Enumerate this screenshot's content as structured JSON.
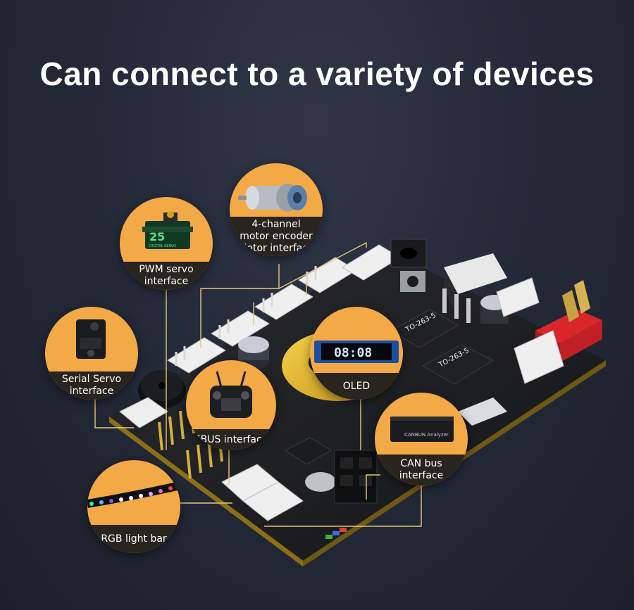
{
  "headline": "Can connect to a variety of devices",
  "colors": {
    "accent_orange": "#f3a946",
    "label_band": "#2a241f",
    "board": "#1e1f22",
    "board_edge": "#c9a227",
    "connector_white": "#f2f2f2",
    "red_block": "#d8262b",
    "leader_line": "#e9c77a"
  },
  "callouts": {
    "motor": {
      "lines": [
        "4-channel",
        "motor encoder",
        "Motor interface"
      ],
      "icon": "motor-icon"
    },
    "pwm": {
      "lines": [
        "PWM servo",
        "interface"
      ],
      "icon": "servo-icon"
    },
    "serial": {
      "lines": [
        "Serial Servo",
        "interface"
      ],
      "icon": "serial-servo-icon"
    },
    "sbus": {
      "lines": [
        "SBUS interface"
      ],
      "icon": "remote-controller-icon"
    },
    "oled": {
      "lines": [
        "OLED"
      ],
      "icon": "oled-display-icon",
      "display_text": "08:08"
    },
    "can": {
      "lines": [
        "CAN bus",
        "interface"
      ],
      "icon": "can-analyzer-icon",
      "device_text": "CANBUN Analyzer"
    },
    "rgb": {
      "lines": [
        "RGB light bar"
      ],
      "icon": "rgb-strip-icon"
    }
  },
  "board": {
    "chip_labels": [
      "TO-263-5",
      "TO-263-5"
    ],
    "servo_number": "25",
    "servo_text": "DIGITAL SERVO"
  }
}
